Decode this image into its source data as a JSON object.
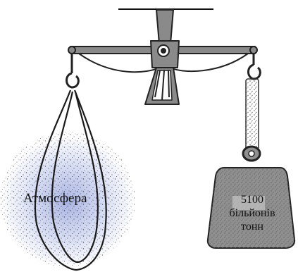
{
  "illustration": {
    "atmosphere_label": "Атмосфера",
    "weight_label": [
      "5100",
      "більйонів",
      "тонн"
    ],
    "colors": {
      "balance_metal": "#8a8a8a",
      "balance_outline": "#222222",
      "atmosphere_glow": "#c7d0ef",
      "weight_body": "#8f8f8f"
    },
    "icons": [
      "balance-scale-icon",
      "atmosphere-globe-icon",
      "weight-icon"
    ]
  }
}
